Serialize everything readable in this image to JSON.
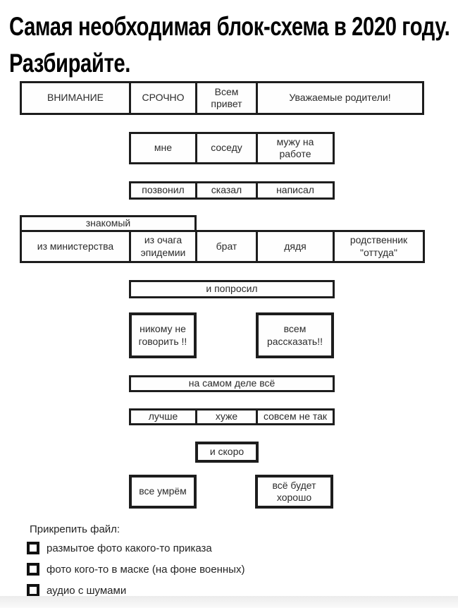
{
  "title": {
    "line1": "Самая необходимая блок-схема в 2020 году.",
    "line2": "Разбирайте."
  },
  "flowchart": {
    "header": [
      "ВНИМАНИЕ",
      "СРОЧНО",
      "Всем привет",
      "Уважаемые родители!"
    ],
    "recipients": [
      "мне",
      "соседу",
      "мужу на работе"
    ],
    "actions": [
      "позвонил",
      "сказал",
      "написал"
    ],
    "acquaintance": "знакомый",
    "sources": [
      "из министерства",
      "из очага эпидемии",
      "брат",
      "дядя",
      "родственник \"оттуда\""
    ],
    "asked": "и попросил",
    "requests": [
      "никому не говорить !!",
      "всем рассказать!!"
    ],
    "reality": "на самом деле всё",
    "outcomes": [
      "лучше",
      "хуже",
      "совсем не так"
    ],
    "soon": "и скоро",
    "finale": [
      "все умрём",
      "всё будет хорошо"
    ]
  },
  "attachments": {
    "label": "Прикрепить файл:",
    "items": [
      "размытое фото какого-то приказа",
      "фото кого-то в маске (на фоне военных)",
      "аудио с шумами"
    ]
  },
  "colors": {
    "border": "#1d1d1d",
    "text": "#2b2b2b",
    "background": "#ffffff"
  }
}
